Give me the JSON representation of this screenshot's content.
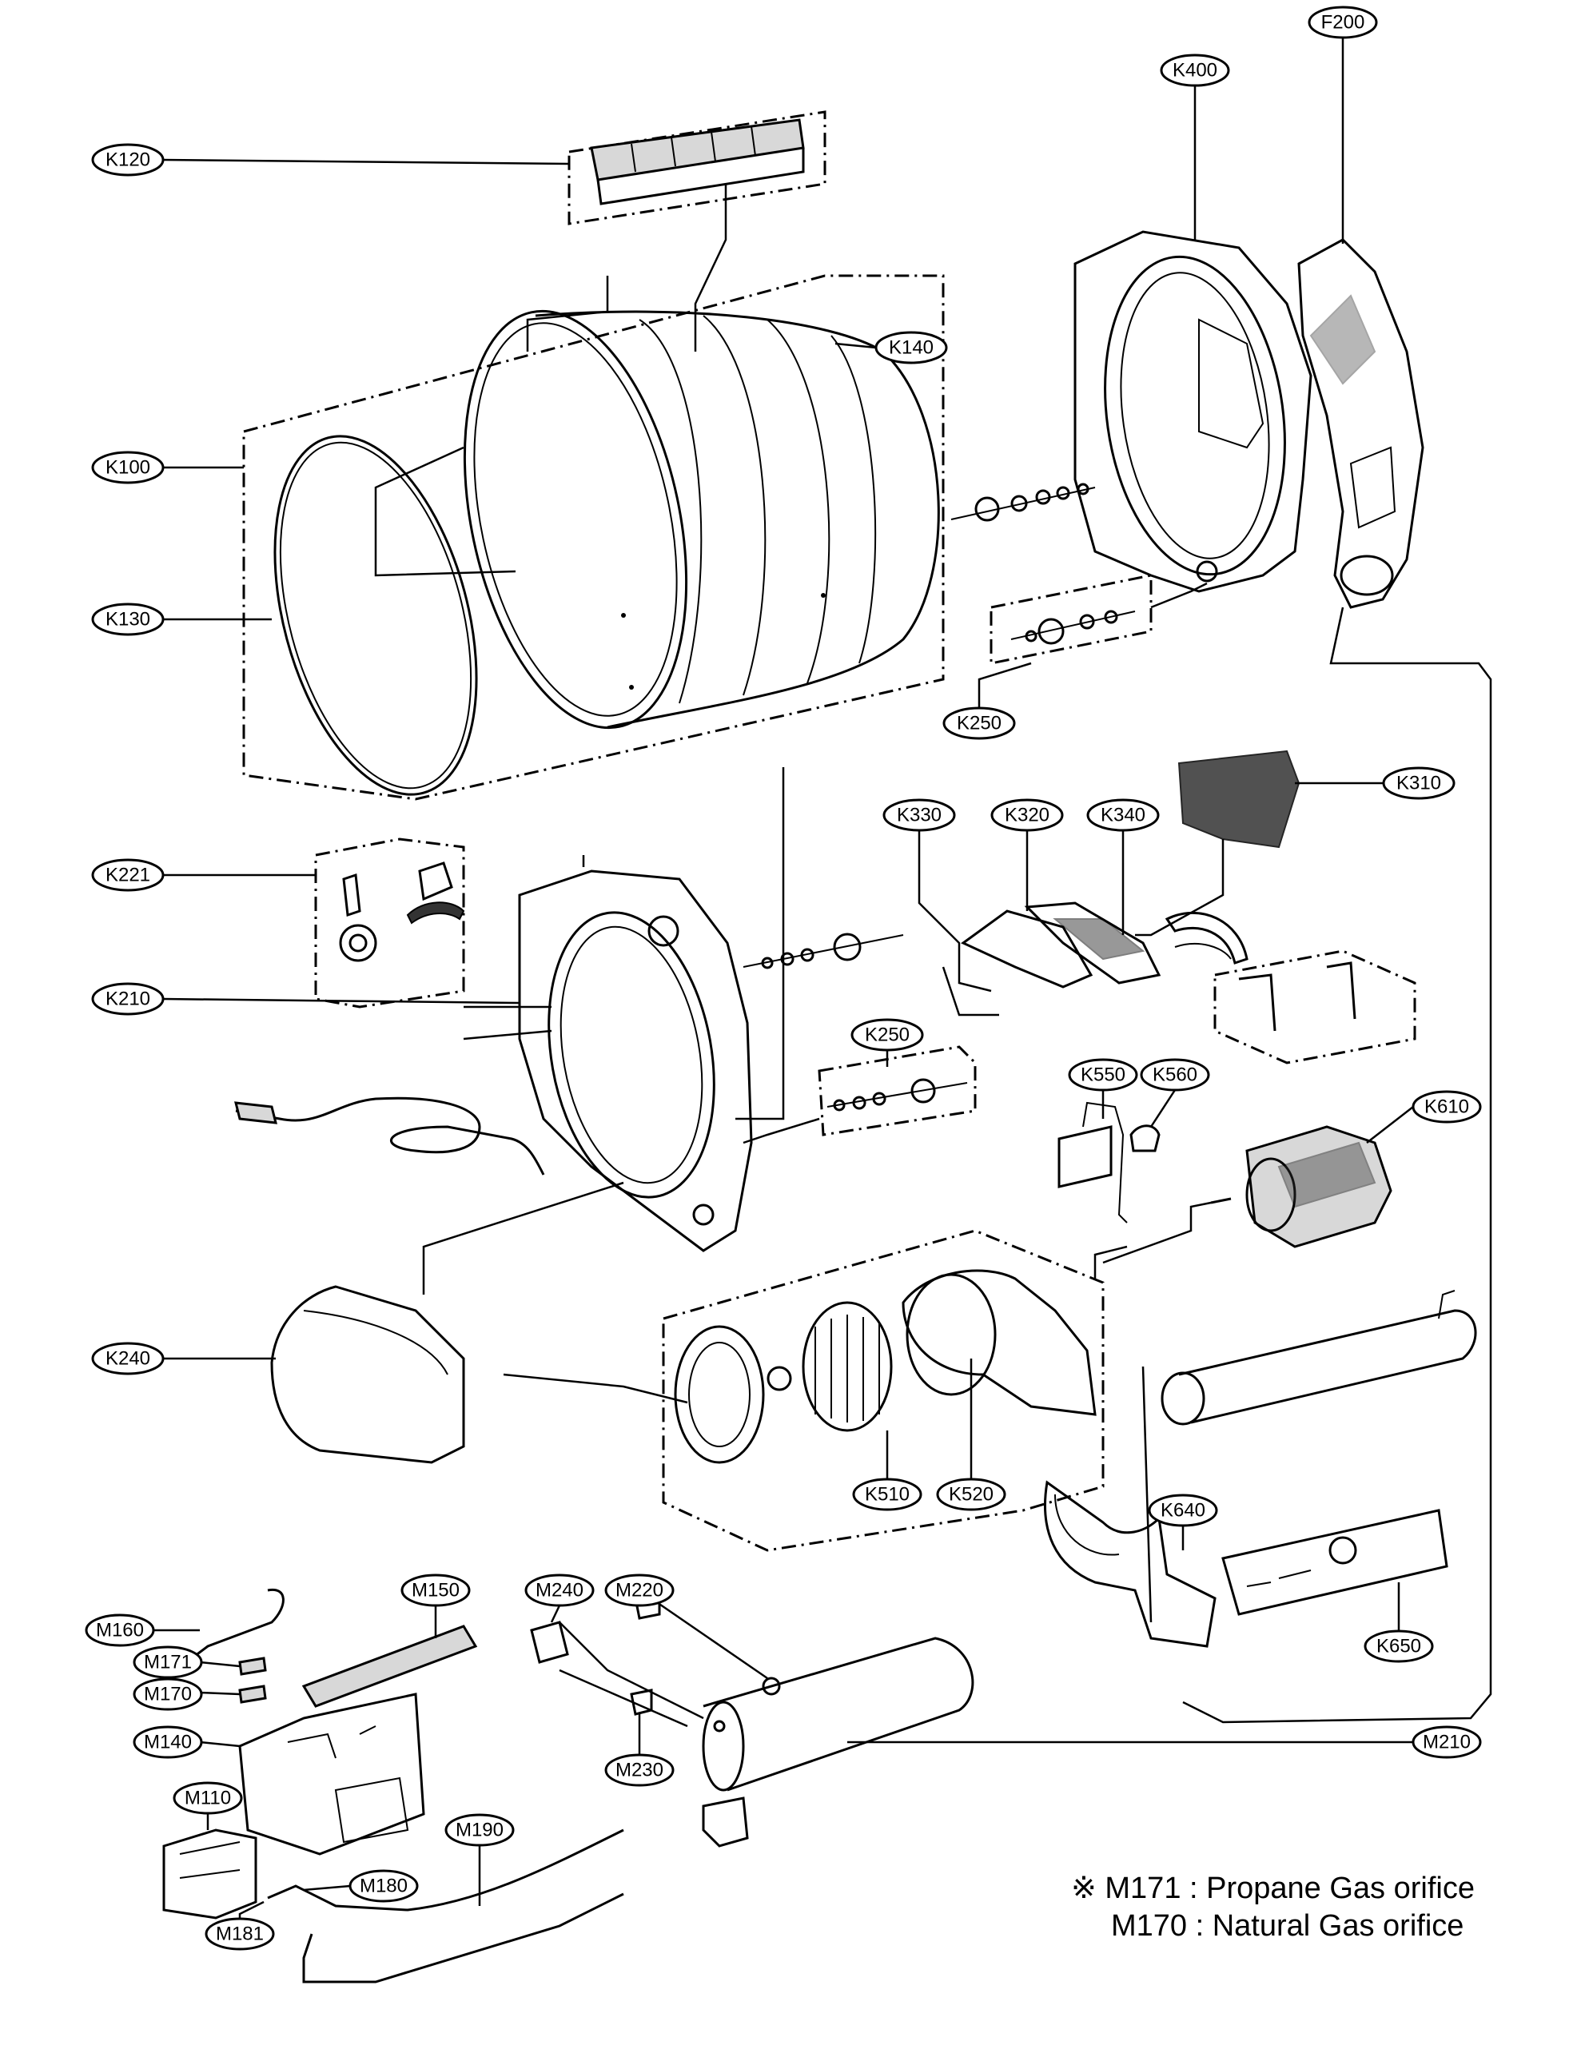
{
  "callouts": {
    "F200": "F200",
    "K400": "K400",
    "K120": "K120",
    "K140": "K140",
    "K100": "K100",
    "K130": "K130",
    "K250_top": "K250",
    "K310": "K310",
    "K330": "K330",
    "K320": "K320",
    "K340": "K340",
    "K221": "K221",
    "K210": "K210",
    "K250_mid": "K250",
    "K550": "K550",
    "K560": "K560",
    "K610": "K610",
    "K240": "K240",
    "K510": "K510",
    "K520": "K520",
    "K640": "K640",
    "M150": "M150",
    "M240": "M240",
    "M220": "M220",
    "M160": "M160",
    "M171": "M171",
    "M170": "M170",
    "K650": "K650",
    "M140": "M140",
    "M210": "M210",
    "M230": "M230",
    "M110": "M110",
    "M190": "M190",
    "M180": "M180",
    "M181": "M181"
  },
  "notes": {
    "line1": "※ M171 : Propane Gas orifice",
    "line2": "M170 : Natural Gas orifice"
  }
}
